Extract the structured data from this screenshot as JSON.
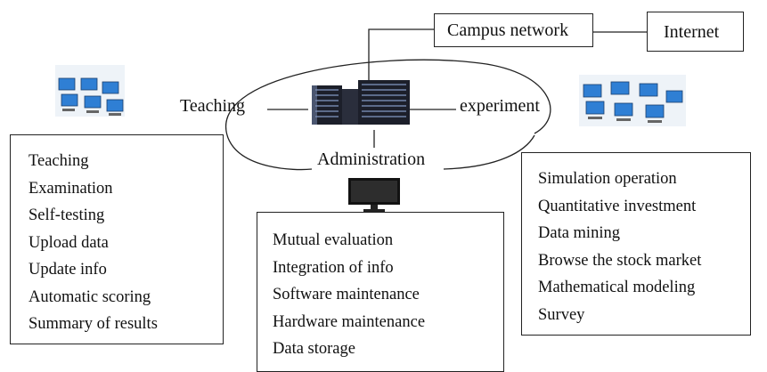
{
  "nodes": {
    "campus_network": "Campus network",
    "internet": "Internet",
    "teaching": "Teaching",
    "experiment": "experiment",
    "administration": "Administration"
  },
  "teaching_functions": [
    "Teaching",
    "Examination",
    "Self-testing",
    "Upload data",
    "Update info",
    "Automatic scoring",
    "Summary of results"
  ],
  "administration_functions": [
    "Mutual evaluation",
    "Integration of info",
    "Software maintenance",
    "Hardware maintenance",
    "Data storage"
  ],
  "experiment_functions": [
    "Simulation operation",
    "Quantitative investment",
    "Data mining",
    "Browse the stock market",
    "Mathematical modeling",
    "Survey"
  ],
  "colors": {
    "line": "#222222",
    "monitor_screen": "#2f7fd4",
    "server": "#1c1f2a"
  }
}
